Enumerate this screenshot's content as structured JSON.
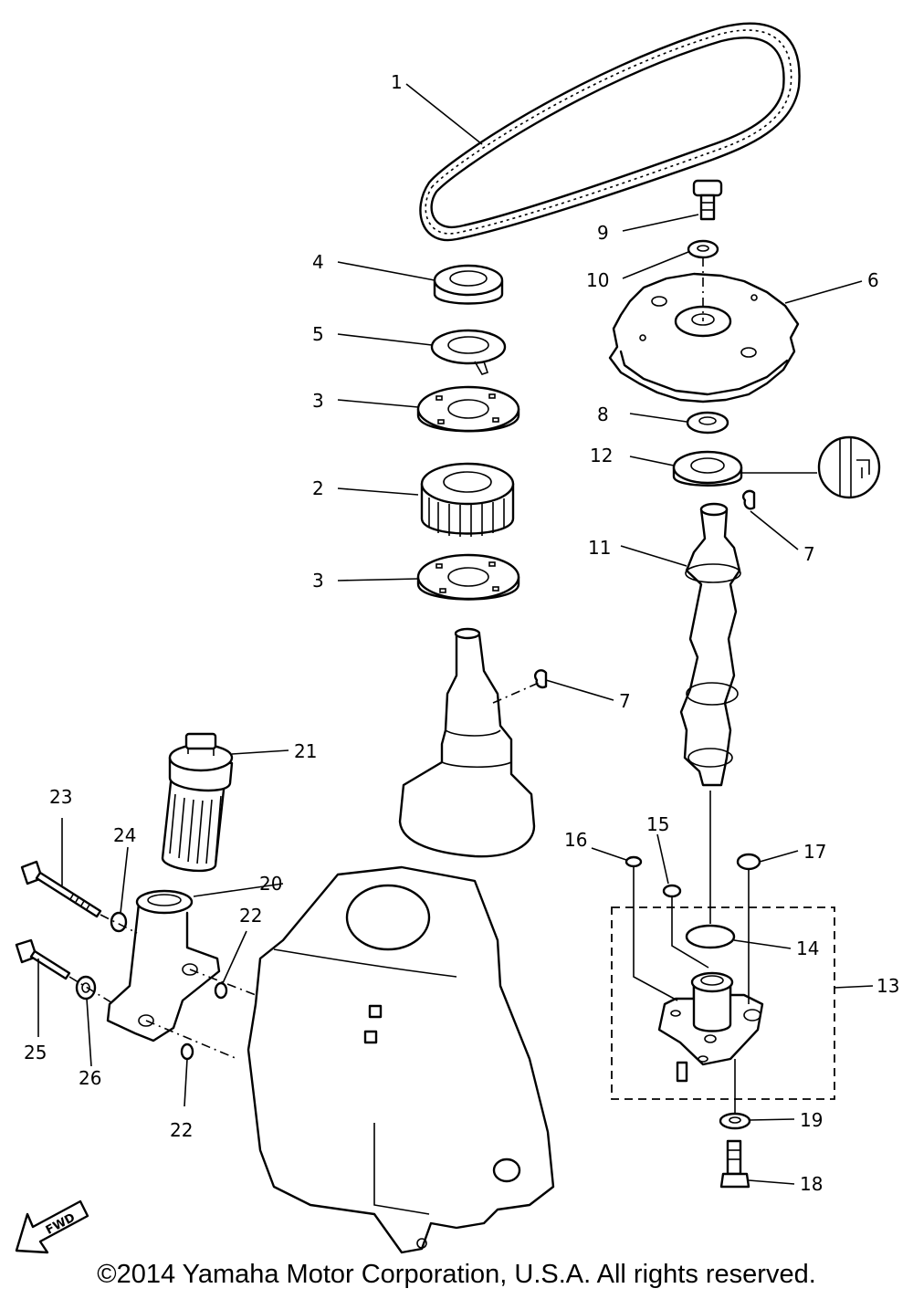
{
  "callouts": [
    {
      "id": "callout-1",
      "text": "1"
    },
    {
      "id": "callout-2",
      "text": "2"
    },
    {
      "id": "callout-3a",
      "text": "3"
    },
    {
      "id": "callout-3b",
      "text": "3"
    },
    {
      "id": "callout-4",
      "text": "4"
    },
    {
      "id": "callout-5",
      "text": "5"
    },
    {
      "id": "callout-6",
      "text": "6"
    },
    {
      "id": "callout-7a",
      "text": "7"
    },
    {
      "id": "callout-7b",
      "text": "7"
    },
    {
      "id": "callout-8",
      "text": "8"
    },
    {
      "id": "callout-9",
      "text": "9"
    },
    {
      "id": "callout-10",
      "text": "10"
    },
    {
      "id": "callout-11",
      "text": "11"
    },
    {
      "id": "callout-12",
      "text": "12"
    },
    {
      "id": "callout-13",
      "text": "13"
    },
    {
      "id": "callout-14",
      "text": "14"
    },
    {
      "id": "callout-15",
      "text": "15"
    },
    {
      "id": "callout-16",
      "text": "16"
    },
    {
      "id": "callout-17",
      "text": "17"
    },
    {
      "id": "callout-18",
      "text": "18"
    },
    {
      "id": "callout-19",
      "text": "19"
    },
    {
      "id": "callout-20",
      "text": "20"
    },
    {
      "id": "callout-21",
      "text": "21"
    },
    {
      "id": "callout-22a",
      "text": "22"
    },
    {
      "id": "callout-22b",
      "text": "22"
    },
    {
      "id": "callout-23",
      "text": "23"
    },
    {
      "id": "callout-24",
      "text": "24"
    },
    {
      "id": "callout-25",
      "text": "25"
    },
    {
      "id": "callout-26",
      "text": "26"
    }
  ],
  "fwd_label": "FWD",
  "copyright": "©2014 Yamaha Motor Corporation, U.S.A. All rights reserved."
}
